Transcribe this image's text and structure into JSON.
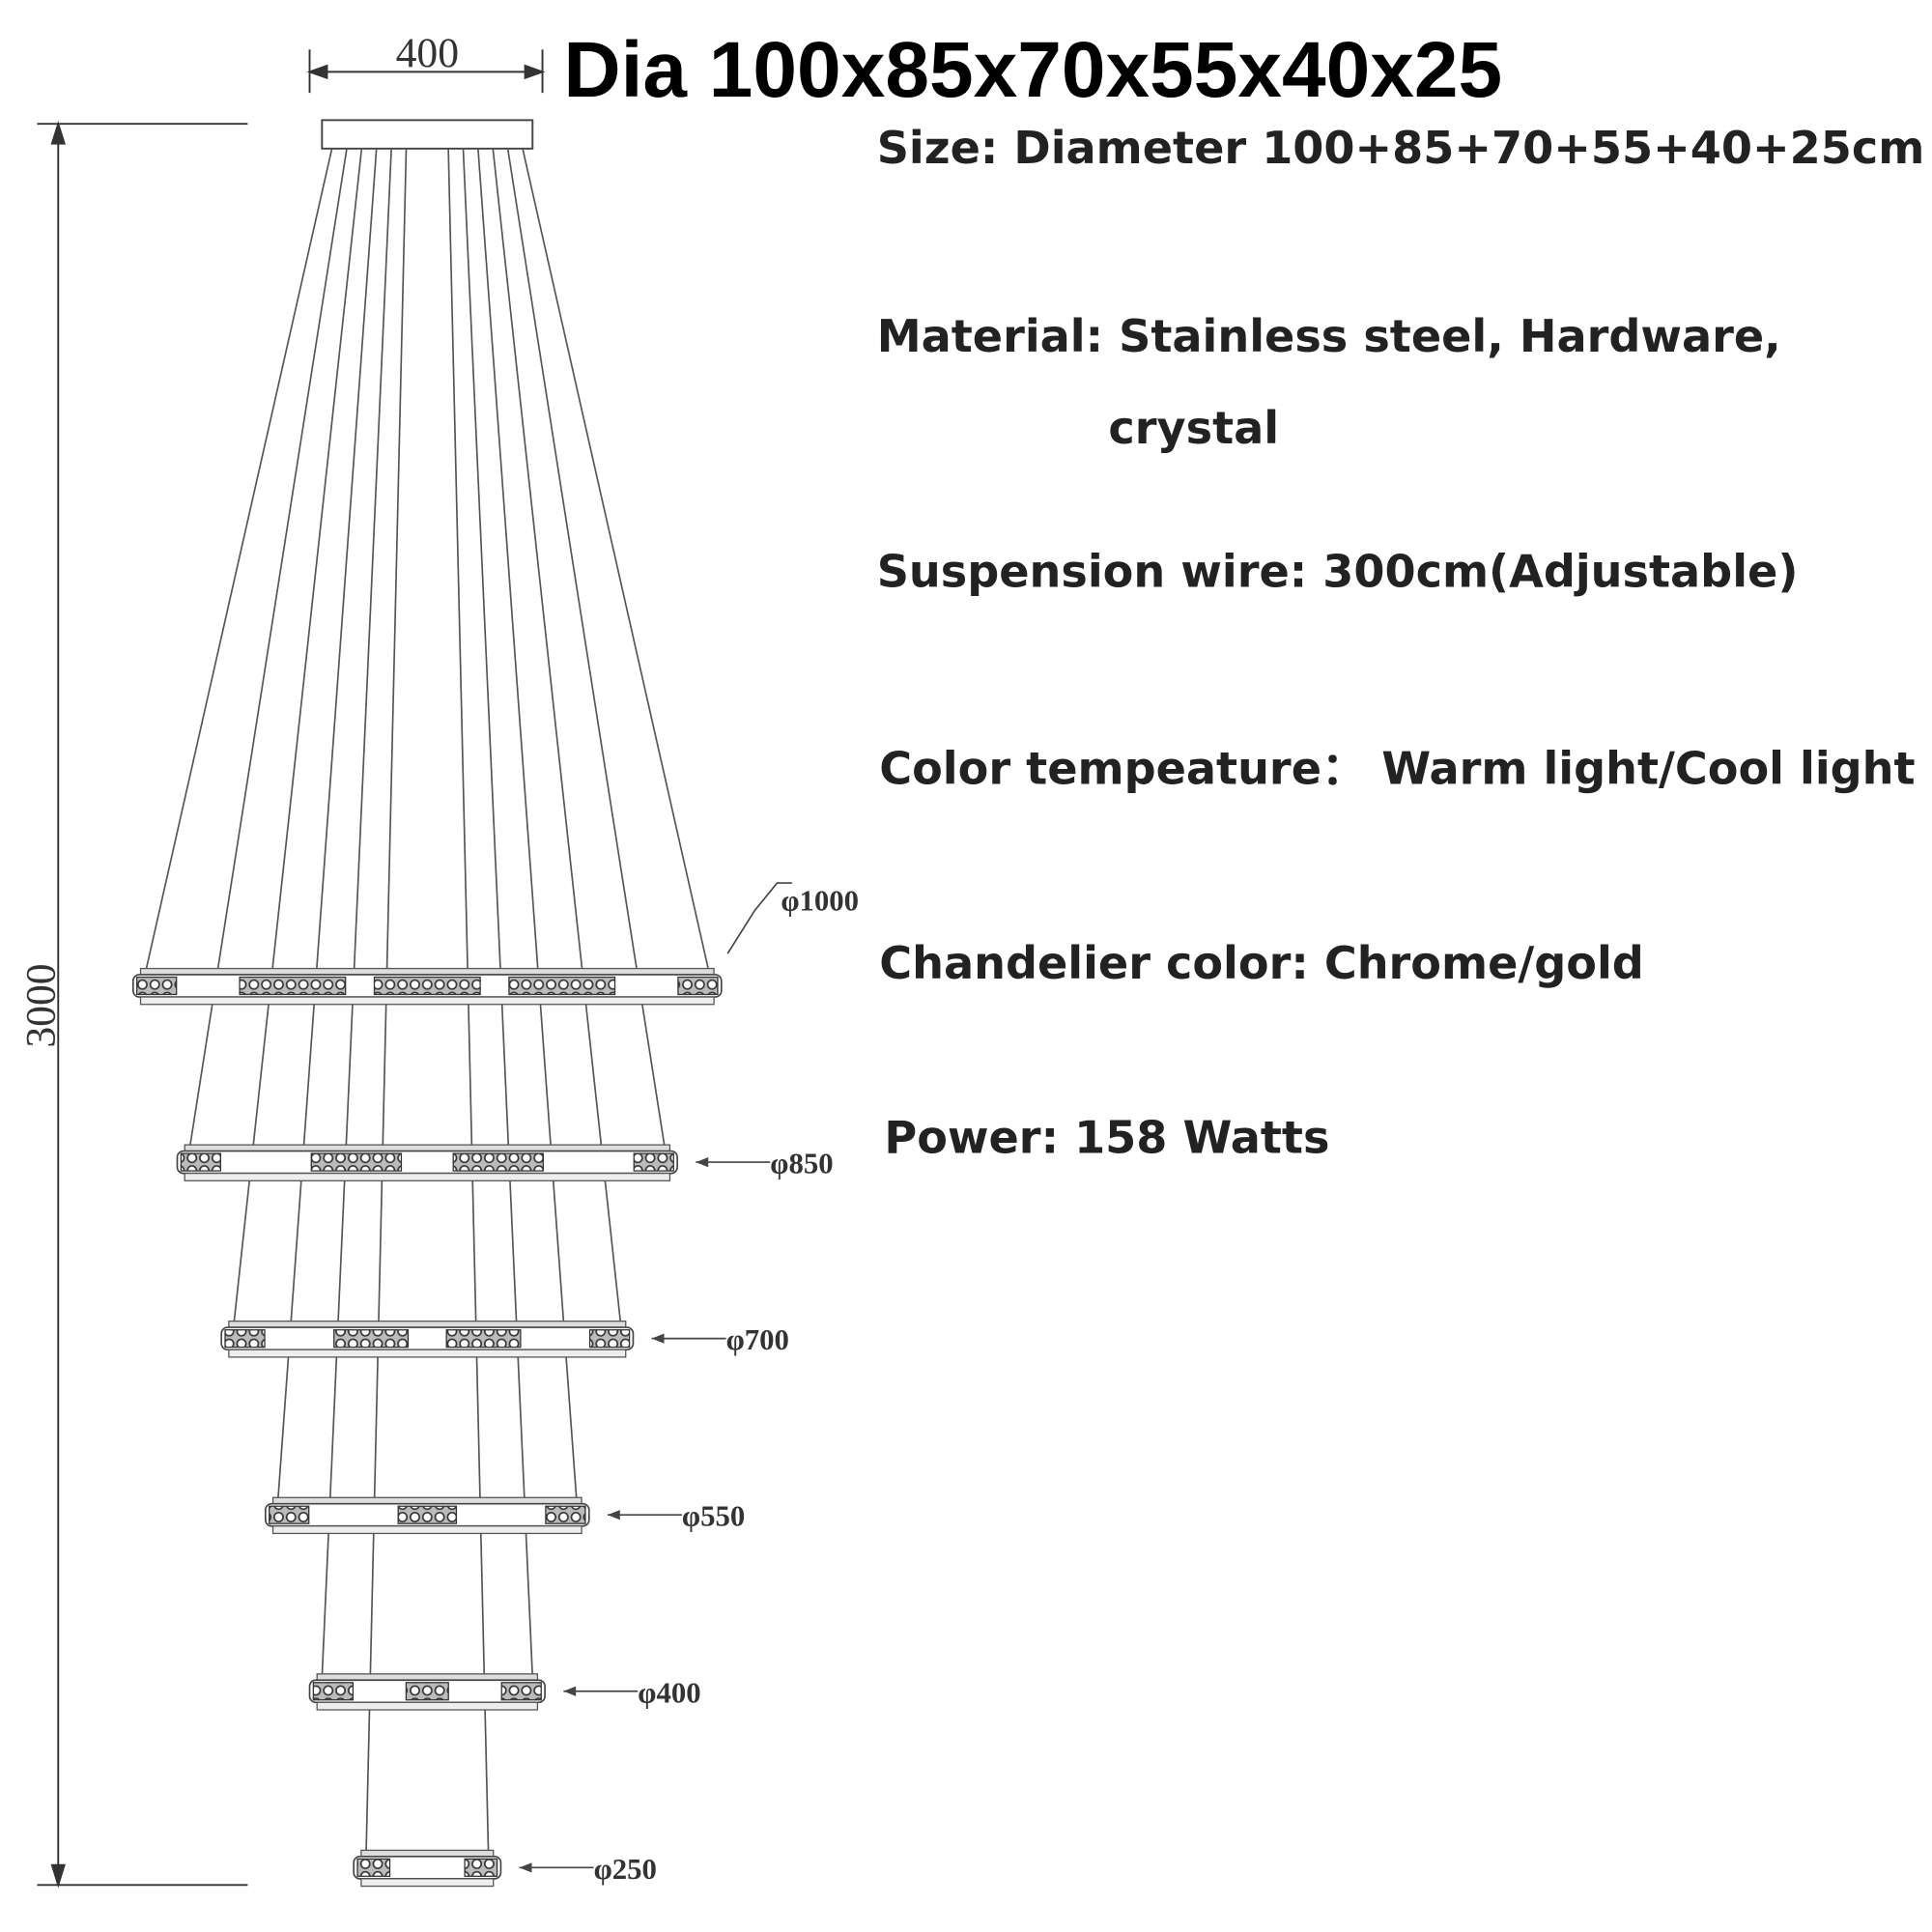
{
  "title": "Dia 100x85x70x55x40x25",
  "specs": {
    "size": "Size: Diameter 100+85+70+55+40+25cm",
    "material": "Material: Stainless steel, Hardware,",
    "material_cont": "crystal",
    "wire": "Suspension wire: 300cm(Adjustable)",
    "color_temp": "Color tempeature： Warm light/Cool light",
    "chandelier_color": "Chandelier color: Chrome/gold",
    "power": "Power: 158 Watts"
  },
  "dimensions": {
    "canopy_width": "400",
    "total_height": "3000"
  },
  "rings": [
    {
      "diameter": 1000,
      "label": "φ1000"
    },
    {
      "diameter": 850,
      "label": "φ850"
    },
    {
      "diameter": 700,
      "label": "φ700"
    },
    {
      "diameter": 550,
      "label": "φ550"
    },
    {
      "diameter": 400,
      "label": "φ400"
    },
    {
      "diameter": 250,
      "label": "φ250"
    }
  ]
}
